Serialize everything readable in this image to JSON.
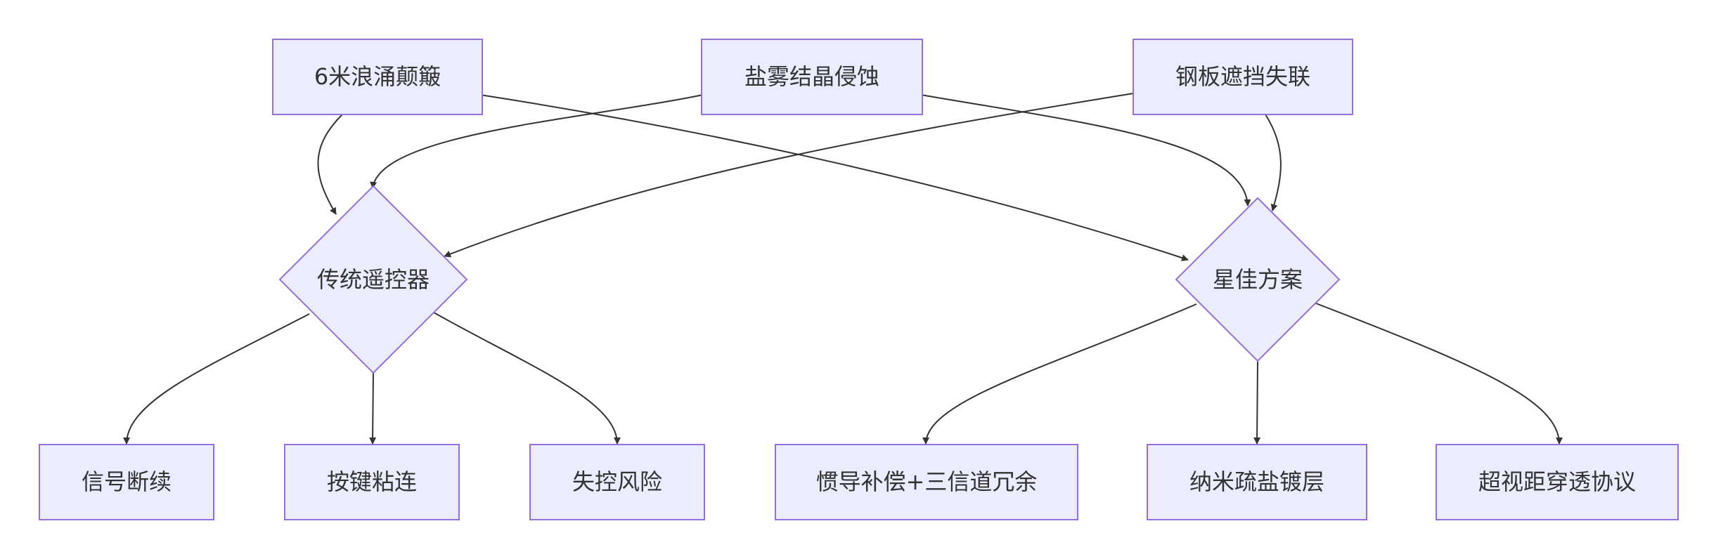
{
  "colors": {
    "node_fill": "#ececff",
    "node_stroke": "#9370db",
    "edge": "#333333",
    "text": "#333333"
  },
  "nodes": {
    "wave": {
      "label": "6米浪涌颠簸",
      "shape": "rect"
    },
    "salt": {
      "label": "盐雾结晶侵蚀",
      "shape": "rect"
    },
    "steel": {
      "label": "钢板遮挡失联",
      "shape": "rect"
    },
    "traditional": {
      "label": "传统遥控器",
      "shape": "diamond"
    },
    "xingjia": {
      "label": "星佳方案",
      "shape": "diamond"
    },
    "signal": {
      "label": "信号断续",
      "shape": "rect"
    },
    "keys": {
      "label": "按键粘连",
      "shape": "rect"
    },
    "control": {
      "label": "失控风险",
      "shape": "rect"
    },
    "inertial": {
      "label": "惯导补偿+三信道冗余",
      "shape": "rect"
    },
    "nano": {
      "label": "纳米疏盐镀层",
      "shape": "rect"
    },
    "protocol": {
      "label": "超视距穿透协议",
      "shape": "rect"
    }
  },
  "edges": [
    {
      "from": "wave",
      "to": "traditional"
    },
    {
      "from": "wave",
      "to": "xingjia"
    },
    {
      "from": "salt",
      "to": "traditional"
    },
    {
      "from": "salt",
      "to": "xingjia"
    },
    {
      "from": "steel",
      "to": "traditional"
    },
    {
      "from": "steel",
      "to": "xingjia"
    },
    {
      "from": "traditional",
      "to": "signal"
    },
    {
      "from": "traditional",
      "to": "keys"
    },
    {
      "from": "traditional",
      "to": "control"
    },
    {
      "from": "xingjia",
      "to": "inertial"
    },
    {
      "from": "xingjia",
      "to": "nano"
    },
    {
      "from": "xingjia",
      "to": "protocol"
    }
  ]
}
